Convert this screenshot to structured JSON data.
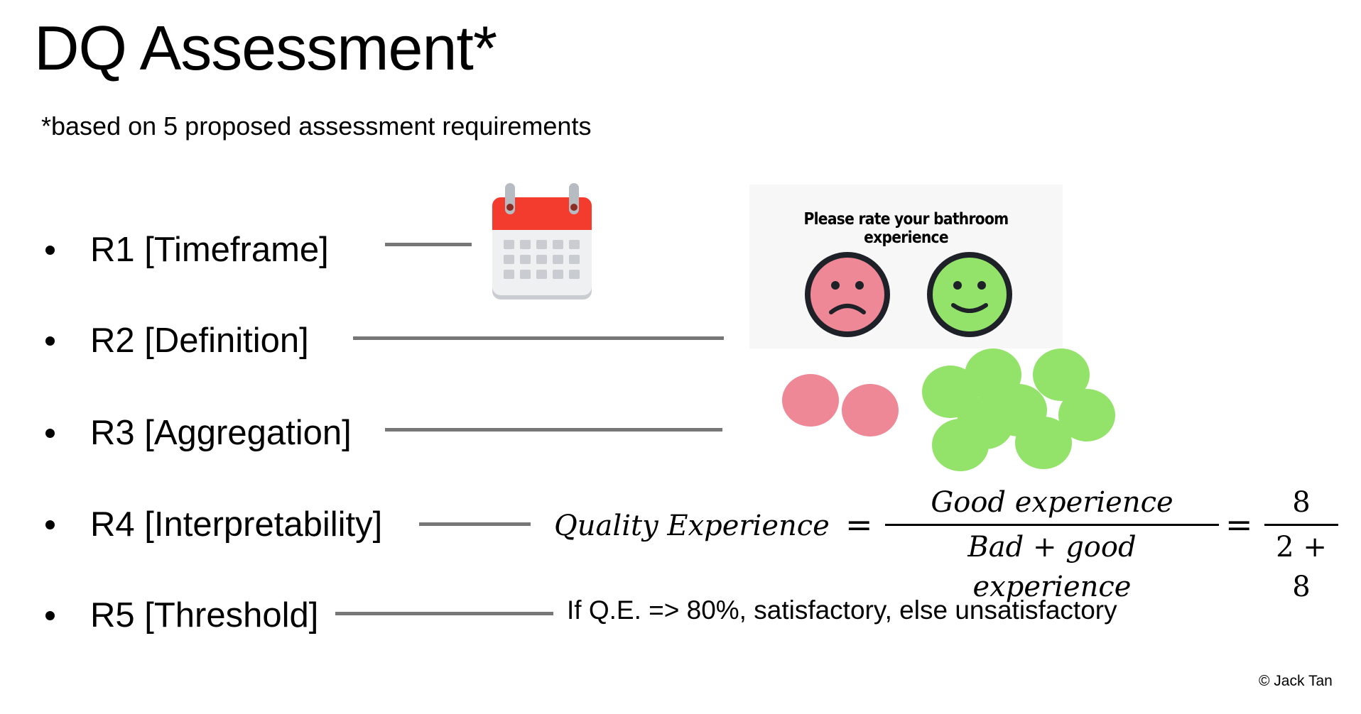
{
  "title": "DQ Assessment*",
  "subtitle": "*based on 5 proposed assessment requirements",
  "requirements": [
    {
      "label": "R1 [Timeframe]"
    },
    {
      "label": "R2 [Definition]"
    },
    {
      "label": "R3 [Aggregation]"
    },
    {
      "label": "R4 [Interpretability]"
    },
    {
      "label": "R5 [Threshold]"
    }
  ],
  "rating_card": {
    "title": "Please rate your bathroom experience"
  },
  "aggregation": {
    "bad_count": 2,
    "good_count": 8
  },
  "formula": {
    "lhs": "Quality Experience",
    "equals": "=",
    "numerator": "Good experience",
    "denominator": "Bad + good experience",
    "result_numerator": "8",
    "result_denominator": "2 + 8"
  },
  "threshold_text": "If Q.E. => 80%, satisfactory, else unsatisfactory",
  "copyright": "© Jack Tan",
  "colors": {
    "connector": "#777777",
    "bad": "#ee8796",
    "good": "#93e36a",
    "calendar_red": "#f33b2e"
  },
  "icons": [
    "calendar-icon",
    "sad-face-icon",
    "happy-face-icon"
  ]
}
